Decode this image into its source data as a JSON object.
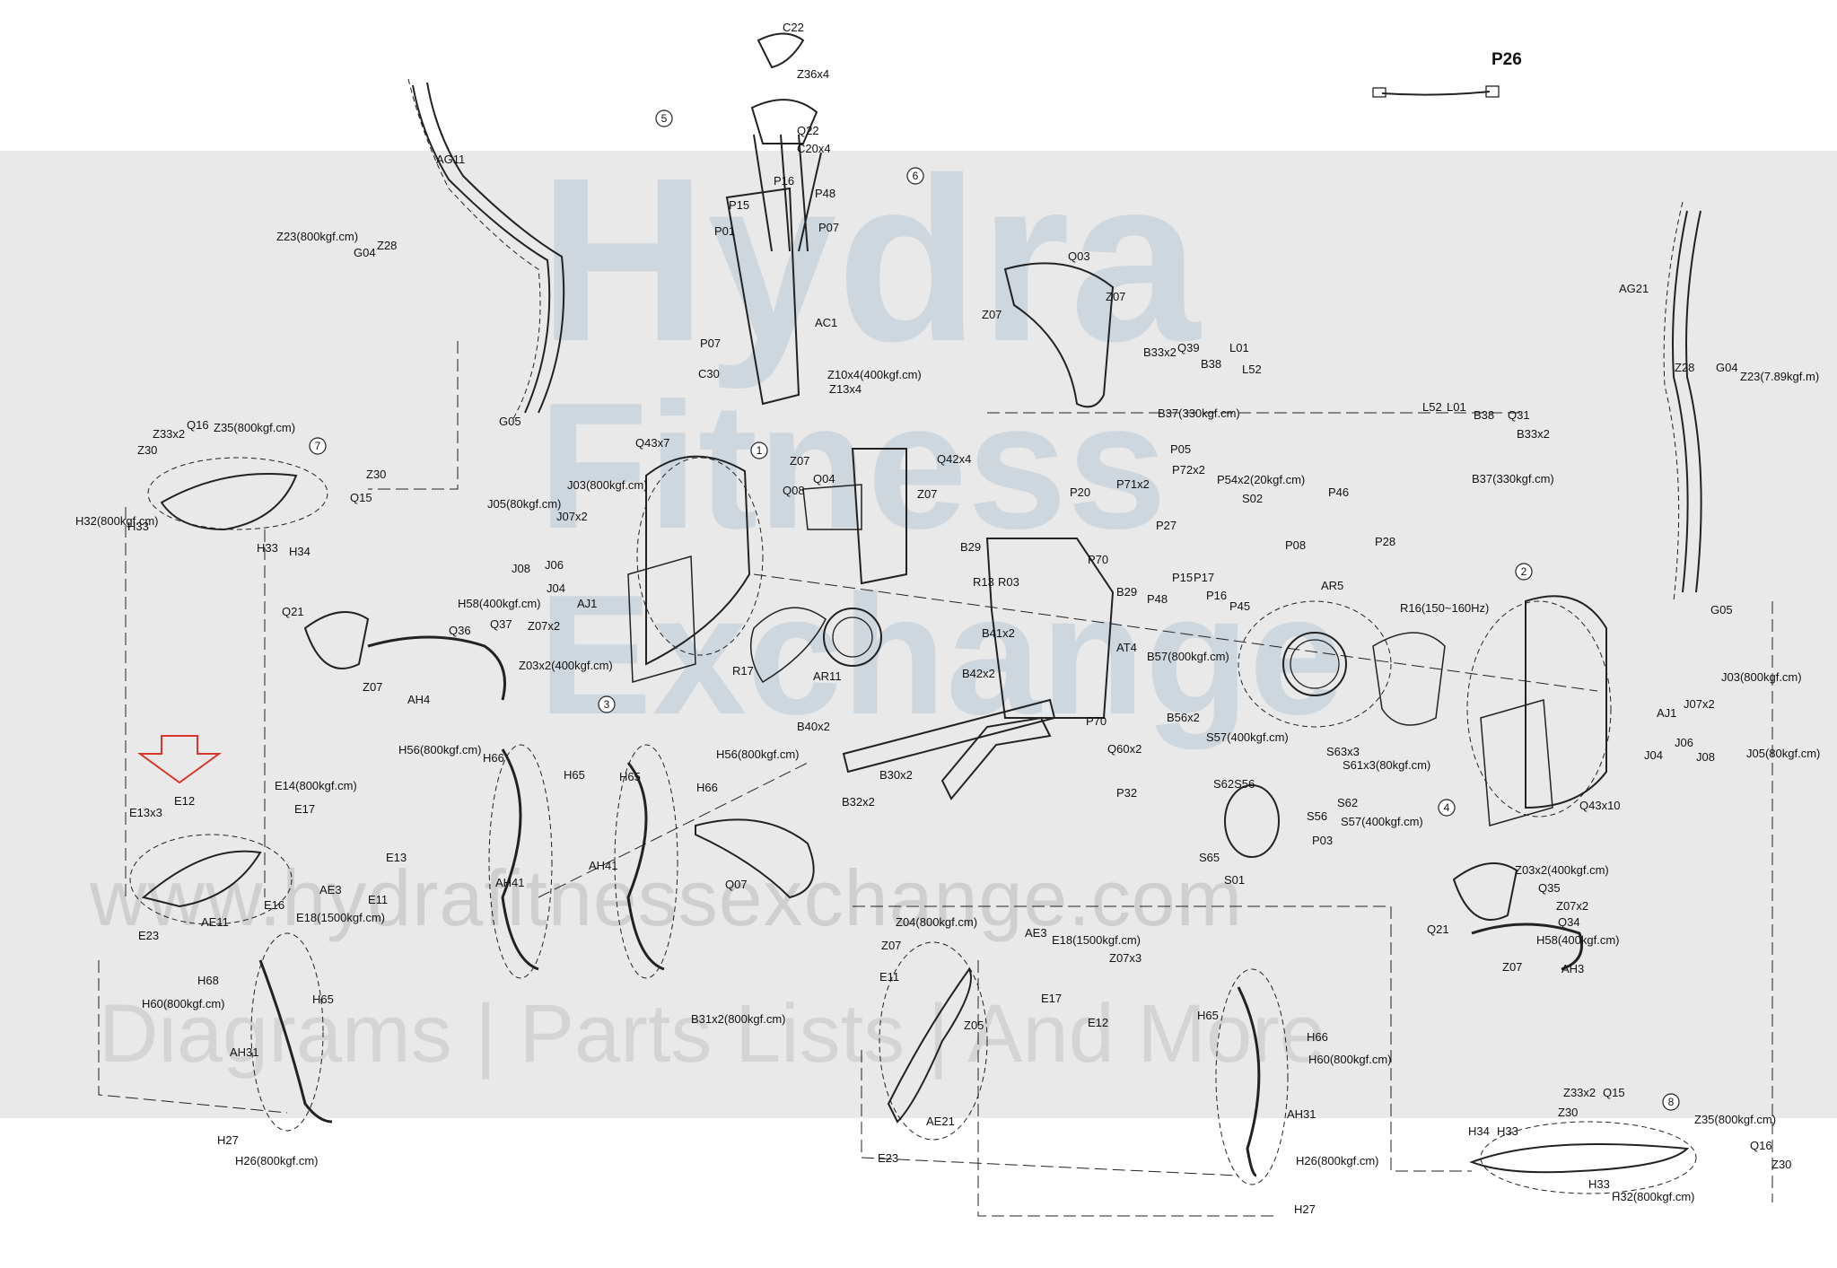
{
  "watermark": {
    "brand_line1": "Hydra",
    "brand_line2": "Fitness",
    "brand_line3": "Exchange",
    "url": "www.hydrafitnessexchange.com",
    "tagline": "Diagrams | Parts Lists | And More"
  },
  "colors": {
    "highlight_arrow": "#d9362b",
    "line": "#222222",
    "watermark_band": "#e9e9e9"
  },
  "callouts": [
    "1",
    "2",
    "3",
    "4",
    "5",
    "6",
    "7",
    "8"
  ],
  "labels": {
    "C22": "C22",
    "Z36x4": "Z36x4",
    "Q22": "Q22",
    "C20x4": "C20x4",
    "P16a": "P16",
    "P48a": "P48",
    "P15a": "P15",
    "P01": "P01",
    "P07a": "P07",
    "P07b": "P07",
    "AC1": "AC1",
    "C30": "C30",
    "Z10x4": "Z10x4(400kgf.cm)",
    "Z13x4": "Z13x4",
    "P26": "P26",
    "AG11": "AG11",
    "Z23L": "Z23(800kgf.cm)",
    "G04L": "G04",
    "Z28L": "Z28",
    "G05L": "G05",
    "Z33x2L": "Z33x2",
    "Q16L": "Q16",
    "Z35L": "Z35(800kgf.cm)",
    "Z30a": "Z30",
    "Z30b": "Z30",
    "Q15L": "Q15",
    "H32L": "H32(800kgf.cm)",
    "H33L": "H33",
    "H33b": "H33",
    "H34L": "H34",
    "Q43x7": "Q43x7",
    "J03L": "J03(800kgf.cm)",
    "J05L": "J05(80kgf.cm)",
    "J07x2L": "J07x2",
    "J06L": "J06",
    "J08L": "J08",
    "J04L": "J04",
    "AJ1L": "AJ1",
    "Z07a": "Z07",
    "Q04": "Q04",
    "Q42x4": "Q42x4",
    "Q08": "Q08",
    "Z07b": "Z07",
    "Q03": "Q03",
    "Z07c": "Z07",
    "Z07d": "Z07",
    "B33x2L": "B33x2",
    "Q39": "Q39",
    "B38L": "B38",
    "L01L": "L01",
    "L52L": "L52",
    "B37L": "B37(330kgf.cm)",
    "L52R": "L52",
    "L01R": "L01",
    "B38R": "B38",
    "Q31": "Q31",
    "B33x2R": "B33x2",
    "B37R": "B37(330kgf.cm)",
    "AG21": "AG21",
    "Z28R": "Z28",
    "G04R": "G04",
    "Z23R": "Z23(7.89kgf.m)",
    "G05R": "G05",
    "P05": "P05",
    "P71x2": "P71x2",
    "P72x2": "P72x2",
    "P54x2": "P54x2(20kgf.cm)",
    "S02": "S02",
    "P46": "P46",
    "P20": "P20",
    "P27": "P27",
    "P08": "P08",
    "P28": "P28",
    "B29a": "B29",
    "B29b": "B29",
    "P70a": "P70",
    "P70b": "P70",
    "R13": "R13",
    "R03": "R03",
    "P15b": "P15",
    "P17": "P17",
    "P48b": "P48",
    "P16b": "P16",
    "P45": "P45",
    "AR5": "AR5",
    "R16": "R16(150~160Hz)",
    "B41x2": "B41x2",
    "B42x2": "B42x2",
    "AT4": "AT4",
    "B57": "B57(800kgf.cm)",
    "B56x2": "B56x2",
    "R17": "R17",
    "AR11": "AR11",
    "Q21L": "Q21",
    "H58L": "H58(400kgf.cm)",
    "Q37": "Q37",
    "Z07x2L": "Z07x2",
    "Q36": "Q36",
    "Z03x2L": "Z03x2(400kgf.cm)",
    "Z07e": "Z07",
    "AH4": "AH4",
    "J03R": "J03(800kgf.cm)",
    "J07x2R": "J07x2",
    "AJ1R": "AJ1",
    "J06R": "J06",
    "J08R": "J08",
    "J04R": "J04",
    "J05R": "J05(80kgf.cm)",
    "Q43x10": "Q43x10",
    "H56L": "H56(800kgf.cm)",
    "H66a": "H66",
    "H65a": "H65",
    "H65b": "H65",
    "H56R": "H56(800kgf.cm)",
    "H66b": "H66",
    "B40x2": "B40x2",
    "B30x2": "B30x2",
    "B32x2": "B32x2",
    "Q60x2": "Q60x2",
    "P32": "P32",
    "S57a": "S57(400kgf.cm)",
    "S63x3": "S63x3",
    "S61x3": "S61x3(80kgf.cm)",
    "S62S56": "S62S56",
    "S56": "S56",
    "S62": "S62",
    "S57b": "S57(400kgf.cm)",
    "S65": "S65",
    "S01": "S01",
    "P03": "P03",
    "E14": "E14(800kgf.cm)",
    "E12L": "E12",
    "E13x3": "E13x3",
    "E17L": "E17",
    "E13L": "E13",
    "AE3L": "AE3",
    "E11L": "E11",
    "E16": "E16",
    "E18L": "E18(1500kgf.cm)",
    "AE11": "AE11",
    "E23L": "E23",
    "AH41a": "AH41",
    "AH41b": "AH41",
    "Q07": "Q07",
    "H68": "H68",
    "H60L": "H60(800kgf.cm)",
    "H65c": "H65",
    "AH31L": "AH31",
    "H27L": "H27",
    "H26L": "H26(800kgf.cm)",
    "B31x2": "B31x2(800kgf.cm)",
    "Z04": "Z04(800kgf.cm)",
    "Z07f": "Z07",
    "E11R": "E11",
    "AE3R": "AE3",
    "E18R": "E18(1500kgf.cm)",
    "Z07x3": "Z07x3",
    "E17R": "E17",
    "Z05": "Z05",
    "E12R": "E12",
    "AE21": "AE21",
    "E23R": "E23",
    "H65d": "H65",
    "H66c": "H66",
    "H60R": "H60(800kgf.cm)",
    "AH31R": "AH31",
    "H26R": "H26(800kgf.cm)",
    "H27R": "H27",
    "Z03x2R": "Z03x2(400kgf.cm)",
    "Q35": "Q35",
    "Z07x2R": "Z07x2",
    "Q21R": "Q21",
    "Q34": "Q34",
    "H58R": "H58(400kgf.cm)",
    "Z07g": "Z07",
    "AH3": "AH3",
    "Z33x2R": "Z33x2",
    "Q15R": "Q15",
    "Z30c": "Z30",
    "H34R": "H34",
    "H33c": "H33",
    "Z35R": "Z35(800kgf.cm)",
    "Q16R": "Q16",
    "Z30d": "Z30",
    "H33d": "H33",
    "H32R": "H32(800kgf.cm)"
  }
}
